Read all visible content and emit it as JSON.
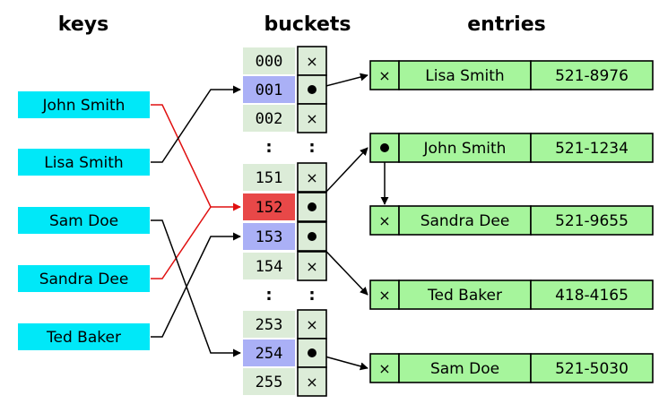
{
  "headers": {
    "keys": "keys",
    "buckets": "buckets",
    "entries": "entries"
  },
  "keys": [
    "John Smith",
    "Lisa Smith",
    "Sam Doe",
    "Sandra Dee",
    "Ted Baker"
  ],
  "buckets": [
    {
      "index": "000",
      "pointer": false,
      "state": "empty"
    },
    {
      "index": "001",
      "pointer": true,
      "state": "used"
    },
    {
      "index": "002",
      "pointer": false,
      "state": "empty"
    },
    {
      "index": "151",
      "pointer": false,
      "state": "empty"
    },
    {
      "index": "152",
      "pointer": true,
      "state": "collision"
    },
    {
      "index": "153",
      "pointer": true,
      "state": "used"
    },
    {
      "index": "154",
      "pointer": false,
      "state": "empty"
    },
    {
      "index": "253",
      "pointer": false,
      "state": "empty"
    },
    {
      "index": "254",
      "pointer": true,
      "state": "used"
    },
    {
      "index": "255",
      "pointer": false,
      "state": "empty"
    }
  ],
  "ellipsis": ":",
  "empty_mark": "×",
  "entries": [
    {
      "name": "Lisa Smith",
      "phone": "521-8976",
      "next": false
    },
    {
      "name": "John Smith",
      "phone": "521-1234",
      "next": true
    },
    {
      "name": "Sandra Dee",
      "phone": "521-9655",
      "next": false
    },
    {
      "name": "Ted Baker",
      "phone": "418-4165",
      "next": false
    },
    {
      "name": "Sam Doe",
      "phone": "521-5030",
      "next": false
    }
  ],
  "colors": {
    "key_fill": "#00e8f8",
    "index_empty": "#dcecd8",
    "index_used": "#aab0f6",
    "index_collision": "#e84848",
    "slot_fill": "#dcecd8",
    "entry_fill": "#a6f59c",
    "collision_line": "#e01010"
  }
}
